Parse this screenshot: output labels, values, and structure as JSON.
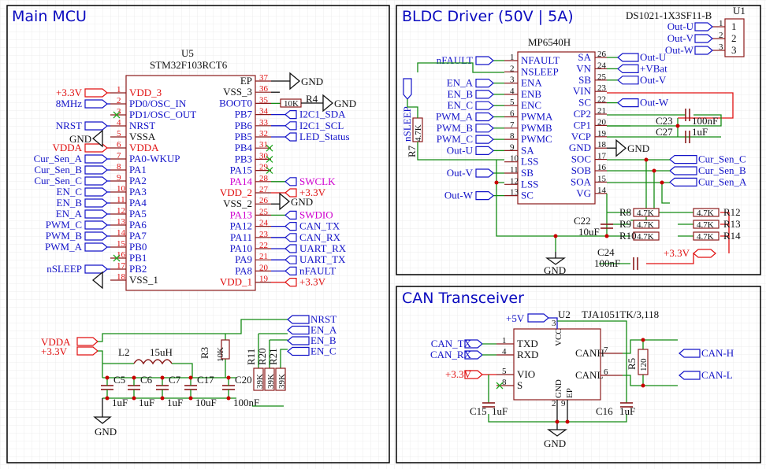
{
  "sections": {
    "mcu": {
      "title": "Main MCU"
    },
    "bldc": {
      "title": "BLDC Driver (50V | 5A)"
    },
    "can": {
      "title": "CAN Transceiver"
    }
  },
  "u5": {
    "ref": "U5",
    "part": "STM32F103RCT6",
    "left_pins": [
      {
        "num": "1",
        "name": "VDD_3",
        "net": "+3.3V",
        "color": "red"
      },
      {
        "num": "2",
        "name": "PD0/OSC_IN",
        "net": "8MHz",
        "color": "blue"
      },
      {
        "num": "3",
        "name": "PD1/OSC_OUT",
        "net": "",
        "color": "blue"
      },
      {
        "num": "4",
        "name": "NRST",
        "net": "NRST",
        "color": "blue"
      },
      {
        "num": "5",
        "name": "VSSA",
        "net": "GND",
        "color": "blk"
      },
      {
        "num": "6",
        "name": "VDDA",
        "net": "VDDA",
        "color": "red"
      },
      {
        "num": "7",
        "name": "PA0-WKUP",
        "net": "Cur_Sen_A",
        "color": "blue"
      },
      {
        "num": "8",
        "name": "PA1",
        "net": "Cur_Sen_B",
        "color": "blue"
      },
      {
        "num": "9",
        "name": "PA2",
        "net": "Cur_Sen_C",
        "color": "blue"
      },
      {
        "num": "10",
        "name": "PA3",
        "net": "EN_C",
        "color": "blue"
      },
      {
        "num": "11",
        "name": "PA4",
        "net": "EN_B",
        "color": "blue"
      },
      {
        "num": "12",
        "name": "PA5",
        "net": "EN_A",
        "color": "blue"
      },
      {
        "num": "13",
        "name": "PA6",
        "net": "PWM_C",
        "color": "blue"
      },
      {
        "num": "14",
        "name": "PA7",
        "net": "PWM_B",
        "color": "blue"
      },
      {
        "num": "15",
        "name": "PB0",
        "net": "PWM_A",
        "color": "blue"
      },
      {
        "num": "16",
        "name": "PB1",
        "net": "",
        "color": "blue"
      },
      {
        "num": "17",
        "name": "PB2",
        "net": "nSLEEP",
        "color": "blue"
      },
      {
        "num": "18",
        "name": "VSS_1",
        "net": "GND",
        "color": "blk"
      }
    ],
    "right_pins": [
      {
        "num": "37",
        "name": "EP",
        "net": "GND",
        "color": "blk"
      },
      {
        "num": "36",
        "name": "VSS_3",
        "net": "",
        "color": "blk"
      },
      {
        "num": "35",
        "name": "BOOT0",
        "net": "",
        "color": "blue"
      },
      {
        "num": "34",
        "name": "PB7",
        "net": "I2C1_SDA",
        "color": "blue"
      },
      {
        "num": "33",
        "name": "PB6",
        "net": "I2C1_SCL",
        "color": "blue"
      },
      {
        "num": "32",
        "name": "PB5",
        "net": "LED_Status",
        "color": "blue"
      },
      {
        "num": "31",
        "name": "PB4",
        "net": "",
        "color": "blue"
      },
      {
        "num": "30",
        "name": "PB3",
        "net": "",
        "color": "blue"
      },
      {
        "num": "29",
        "name": "PA15",
        "net": "",
        "color": "blue"
      },
      {
        "num": "28",
        "name": "PA14",
        "net": "SWCLK",
        "color": "mag"
      },
      {
        "num": "27",
        "name": "VDD_2",
        "net": "+3.3V",
        "color": "red"
      },
      {
        "num": "26",
        "name": "VSS_2",
        "net": "GND",
        "color": "blk"
      },
      {
        "num": "25",
        "name": "PA13",
        "net": "SWDIO",
        "color": "mag"
      },
      {
        "num": "24",
        "name": "PA12",
        "net": "CAN_TX",
        "color": "blue"
      },
      {
        "num": "23",
        "name": "PA11",
        "net": "CAN_RX",
        "color": "blue"
      },
      {
        "num": "22",
        "name": "PA10",
        "net": "UART_RX",
        "color": "blue"
      },
      {
        "num": "21",
        "name": "PA9",
        "net": "UART_TX",
        "color": "blue"
      },
      {
        "num": "20",
        "name": "PA8",
        "net": "nFAULT",
        "color": "blue"
      },
      {
        "num": "19",
        "name": "VDD_1",
        "net": "+3.3V",
        "color": "red"
      }
    ],
    "r4": {
      "ref": "R4",
      "value": "10K"
    },
    "gnd_label": "GND"
  },
  "mcu_power": {
    "vdda": "VDDA",
    "v33": "+3.3V",
    "l2": {
      "ref": "L2",
      "value": "15uH"
    },
    "r3": {
      "ref": "R3",
      "value": "10K"
    },
    "caps": [
      {
        "ref": "C5",
        "value": "1uF"
      },
      {
        "ref": "C6",
        "value": "1uF"
      },
      {
        "ref": "C7",
        "value": "1uF"
      },
      {
        "ref": "C17",
        "value": "10uF"
      },
      {
        "ref": "C20",
        "value": "100nF"
      }
    ],
    "r11": {
      "ref": "R11",
      "value": "39K"
    },
    "r20": {
      "ref": "R20",
      "value": "39K"
    },
    "r21": {
      "ref": "R21",
      "value": "39K"
    },
    "nets": [
      "NRST",
      "EN_A",
      "EN_B",
      "EN_C"
    ],
    "gnd": "GND"
  },
  "u1": {
    "ref": "U1",
    "part": "DS1021-1X3SF11-B",
    "pins": [
      {
        "num": "1",
        "net": "Out-U"
      },
      {
        "num": "2",
        "net": "Out-V"
      },
      {
        "num": "3",
        "net": "Out-W"
      }
    ]
  },
  "mp6540": {
    "part": "MP6540H",
    "left_pins": [
      {
        "num": "1",
        "name": "NFAULT",
        "net": "nFAULT"
      },
      {
        "num": "2",
        "name": "NSLEEP",
        "net": ""
      },
      {
        "num": "3",
        "name": "ENA",
        "net": "EN_A"
      },
      {
        "num": "4",
        "name": "ENB",
        "net": "EN_B"
      },
      {
        "num": "5",
        "name": "ENC",
        "net": "EN_C"
      },
      {
        "num": "6",
        "name": "PWMA",
        "net": "PWM_A"
      },
      {
        "num": "7",
        "name": "PWMB",
        "net": "PWM_B"
      },
      {
        "num": "8",
        "name": "PWMC",
        "net": "PWM_C"
      },
      {
        "num": "9",
        "name": "SA",
        "net": "Out-U"
      },
      {
        "num": "10",
        "name": "LSS",
        "net": ""
      },
      {
        "num": "11",
        "name": "SB",
        "net": "Out-V"
      },
      {
        "num": "12",
        "name": "LSS",
        "net": ""
      },
      {
        "num": "13",
        "name": "SC",
        "net": "Out-W"
      }
    ],
    "right_pins": [
      {
        "num": "26",
        "name": "SA",
        "net": "Out-U"
      },
      {
        "num": "24",
        "name": "VN",
        "net": "+VBat"
      },
      {
        "num": "25",
        "name": "SB",
        "net": "Out-V"
      },
      {
        "num": "23",
        "name": "VIN",
        "net": ""
      },
      {
        "num": "22",
        "name": "SC",
        "net": "Out-W"
      },
      {
        "num": "21",
        "name": "CP2",
        "net": ""
      },
      {
        "num": "20",
        "name": "CP1",
        "net": ""
      },
      {
        "num": "19",
        "name": "VCP",
        "net": ""
      },
      {
        "num": "18",
        "name": "GND",
        "net": "GND"
      },
      {
        "num": "17",
        "name": "SOC",
        "net": "Cur_Sen_C"
      },
      {
        "num": "16",
        "name": "SOB",
        "net": "Cur_Sen_B"
      },
      {
        "num": "15",
        "name": "SOA",
        "net": "Cur_Sen_A"
      },
      {
        "num": "14",
        "name": "VG",
        "net": ""
      }
    ],
    "r7": {
      "ref": "R7",
      "value": "4.7K"
    },
    "nsleep": "nSLEEP",
    "c23": {
      "ref": "C23",
      "value": "100nF"
    },
    "c27": {
      "ref": "C27",
      "value": "1uF"
    },
    "c22": {
      "ref": "C22",
      "value": "10uF"
    },
    "c24": {
      "ref": "C24",
      "value": "100nF"
    },
    "r8": {
      "ref": "R8",
      "value": "4.7K"
    },
    "r9": {
      "ref": "R9",
      "value": "4.7K"
    },
    "r10": {
      "ref": "R10",
      "value": "4.7K"
    },
    "r12": {
      "ref": "R12",
      "value": "4.7K"
    },
    "r13": {
      "ref": "R13",
      "value": "4.7K"
    },
    "r14": {
      "ref": "R14",
      "value": "4.7K"
    },
    "v33": "+3.3V",
    "gnd": "GND"
  },
  "u2": {
    "ref": "U2",
    "part": "TJA1051TK/3,118",
    "supply": "+5V",
    "pins_left": [
      {
        "num": "1",
        "name": "TXD",
        "net": "CAN_TX"
      },
      {
        "num": "4",
        "name": "RXD",
        "net": "CAN_RX"
      },
      {
        "num": "5",
        "name": "VIO",
        "net": "+3.3V"
      },
      {
        "num": "8",
        "name": "S",
        "net": ""
      }
    ],
    "pins_right": [
      {
        "num": "7",
        "name": "CANH",
        "net": "CAN-H"
      },
      {
        "num": "6",
        "name": "CANL",
        "net": "CAN-L"
      }
    ],
    "pin_top": {
      "num": "3",
      "name": "VCC"
    },
    "pin_bottom": [
      {
        "num": "2",
        "name": "GND"
      },
      {
        "num": "9",
        "name": "EP"
      }
    ],
    "r5": {
      "ref": "R5",
      "value": "120"
    },
    "c15": {
      "ref": "C15",
      "value": "1uF"
    },
    "c16": {
      "ref": "C16",
      "value": "1uF"
    },
    "gnd": "GND"
  }
}
